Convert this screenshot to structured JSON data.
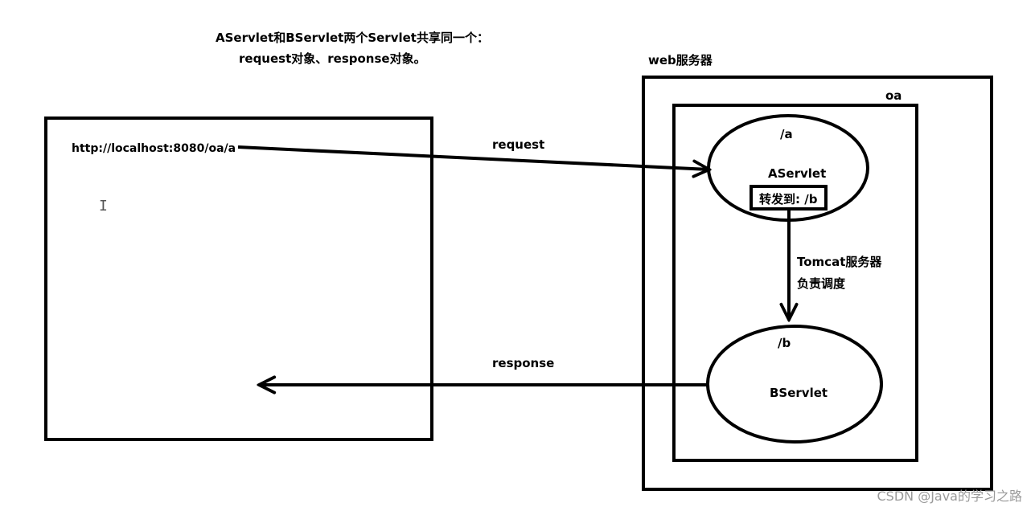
{
  "title": {
    "line1": "AServlet和BServlet两个Servlet共享同一个：",
    "line2": "request对象、response对象。"
  },
  "browser": {
    "url": "http://localhost:8080/oa/a"
  },
  "server": {
    "label": "web服务器",
    "app_label": "oa",
    "servlet_a": {
      "path": "/a",
      "name": "AServlet",
      "forward_text": "转发到: /b"
    },
    "servlet_b": {
      "path": "/b",
      "name": "BServlet"
    },
    "dispatch_note": {
      "line1": "Tomcat服务器",
      "line2": "负责调度"
    }
  },
  "arrows": {
    "request_label": "request",
    "response_label": "response"
  },
  "cursor": {
    "glyph": "I"
  },
  "watermark": "CSDN @Java的学习之路",
  "colors": {
    "stroke": "#000000",
    "background": "#ffffff",
    "watermark": "#9a9a9a"
  }
}
